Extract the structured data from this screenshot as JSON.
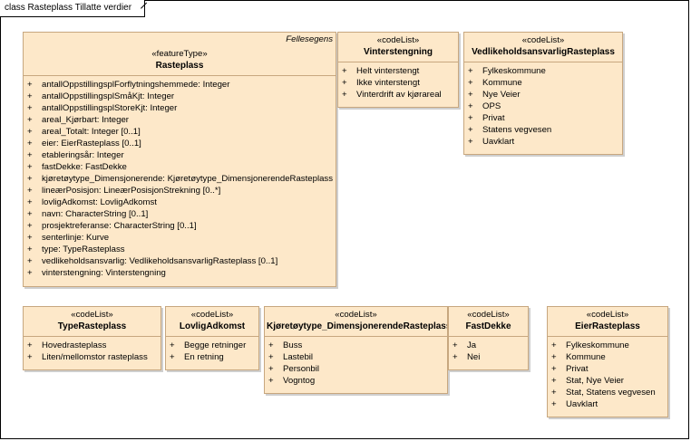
{
  "frame_title": "class Rasteplass Tillatte verdier",
  "classes": {
    "rasteplass": {
      "package": "Fellesegens",
      "stereotype": "«featureType»",
      "name": "Rasteplass",
      "attributes": [
        "antallOppstillingsplForflytningshemmede: Integer",
        "antallOppstillingsplSmåKjt: Integer",
        "antallOppstillingsplStoreKjt: Integer",
        "areal_Kjørbart: Integer",
        "areal_Totalt: Integer [0..1]",
        "eier: EierRasteplass [0..1]",
        "etableringsår: Integer",
        "fastDekke: FastDekke",
        "kjøretøytype_Dimensjonerende: Kjøretøytype_DimensjonerendeRasteplass",
        "lineærPosisjon: LineærPosisjonStrekning [0..*]",
        "lovligAdkomst: LovligAdkomst",
        "navn: CharacterString [0..1]",
        "prosjektreferanse: CharacterString [0..1]",
        "senterlinje: Kurve",
        "type: TypeRasteplass",
        "vedlikeholdsansvarlig: VedlikeholdsansvarligRasteplass [0..1]",
        "vinterstengning: Vinterstengning"
      ]
    },
    "vinterstengning": {
      "stereotype": "«codeList»",
      "name": "Vinterstengning",
      "attributes": [
        "Helt vinterstengt",
        "Ikke vinterstengt",
        "Vinterdrift av kjørareal"
      ]
    },
    "vedlikehold": {
      "stereotype": "«codeList»",
      "name": "VedlikeholdsansvarligRasteplass",
      "attributes": [
        "Fylkeskommune",
        "Kommune",
        "Nye Veier",
        "OPS",
        "Privat",
        "Statens vegvesen",
        "Uavklart"
      ]
    },
    "typerasteplass": {
      "stereotype": "«codeList»",
      "name": "TypeRasteplass",
      "attributes": [
        "Hovedrasteplass",
        "Liten/mellomstor rasteplass"
      ]
    },
    "lovligadkomst": {
      "stereotype": "«codeList»",
      "name": "LovligAdkomst",
      "attributes": [
        "Begge retninger",
        "En retning"
      ]
    },
    "kjoretoytype": {
      "stereotype": "«codeList»",
      "name": "Kjøretøytype_DimensjonerendeRasteplass",
      "attributes": [
        "Buss",
        "Lastebil",
        "Personbil",
        "Vogntog"
      ]
    },
    "fastdekke": {
      "stereotype": "«codeList»",
      "name": "FastDekke",
      "attributes": [
        "Ja",
        "Nei"
      ]
    },
    "eierrasteplass": {
      "stereotype": "«codeList»",
      "name": "EierRasteplass",
      "attributes": [
        "Fylkeskommune",
        "Kommune",
        "Privat",
        "Stat, Nye Veier",
        "Stat, Statens vegvesen",
        "Uavklart"
      ]
    }
  }
}
